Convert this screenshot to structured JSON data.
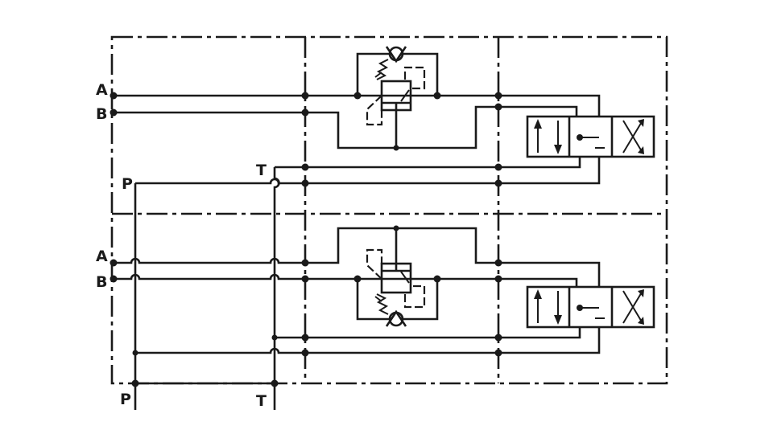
{
  "labels": {
    "top_a": "A",
    "top_b": "B",
    "top_p": "P",
    "top_t": "T",
    "bot_a": "A",
    "bot_b": "B",
    "bot_p": "P",
    "bot_t": "T"
  },
  "colors": {
    "line": "#1a1a1a",
    "background": "#ffffff"
  }
}
